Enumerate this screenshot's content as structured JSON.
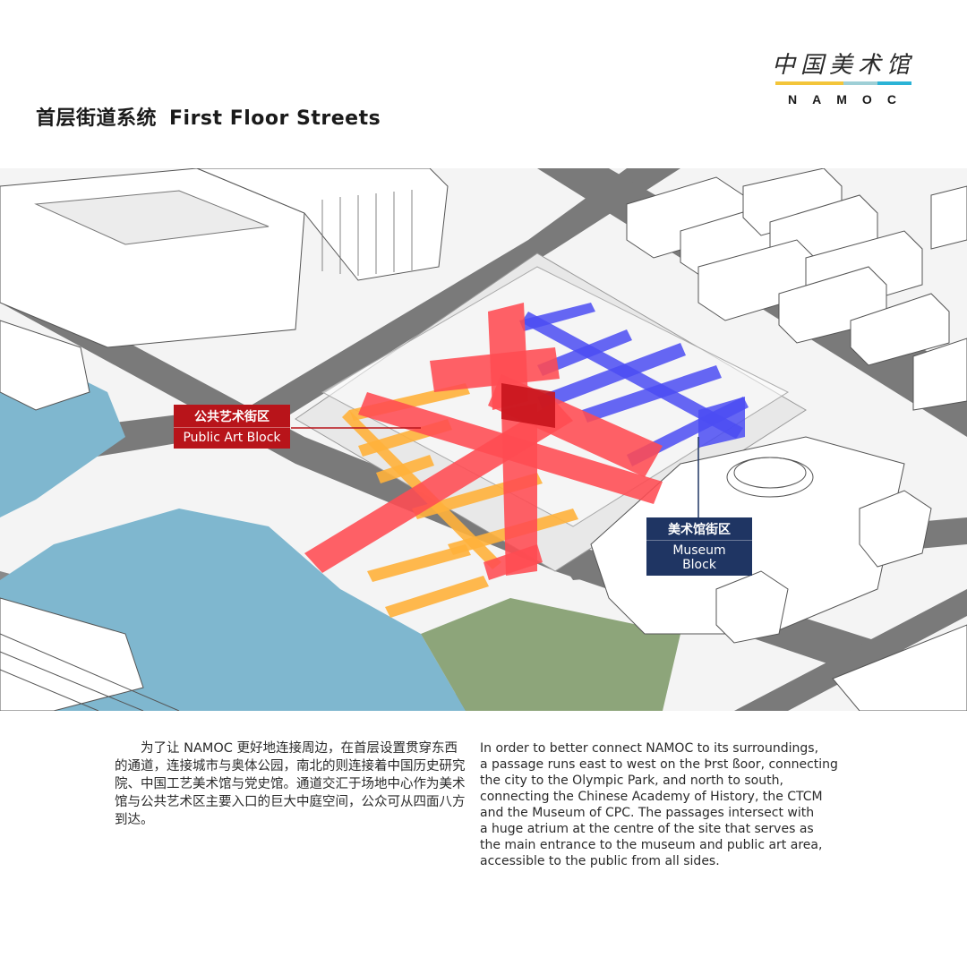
{
  "title": {
    "cn": "首层街道系统",
    "en": "First Floor Streets"
  },
  "logo": {
    "cn": "中国美术馆",
    "en": "NAMOC",
    "bar_colors": [
      "#f3c53a",
      "#f3c53a",
      "#9ecfd6",
      "#2bb3d6"
    ]
  },
  "labels": {
    "public_art": {
      "cn": "公共艺术街区",
      "en": "Public Art Block"
    },
    "museum": {
      "cn": "美术馆街区",
      "en": "Museum Block"
    }
  },
  "colors": {
    "public_art_street": "#ff4b52",
    "museum_street": "#4b4cf2",
    "connector_street": "#ffb13b",
    "water": "#7fb7cf",
    "park": "#8da57a",
    "road": "#7a7a7a",
    "public_art_label": "#b8141a",
    "museum_label": "#1f3563"
  },
  "description": {
    "cn": "为了让 NAMOC 更好地连接周边，在首层设置贯穿东西的通道，连接城市与奥体公园，南北的则连接着中国历史研究院、中国工艺美术馆与党史馆。通道交汇于场地中心作为美术馆与公共艺术区主要入口的巨大中庭空间，公众可从四面八方到达。",
    "en": "In order to better connect NAMOC to its surroundings,\na passage runs east to west on the Þrst ßoor, connecting\nthe city to the Olympic Park, and north to south,\nconnecting the Chinese Academy of History, the CTCM\nand the Museum of CPC. The passages intersect with\na huge atrium at the centre of the site that serves as\nthe main entrance to the museum and public art area,\naccessible to the public from all sides."
  }
}
